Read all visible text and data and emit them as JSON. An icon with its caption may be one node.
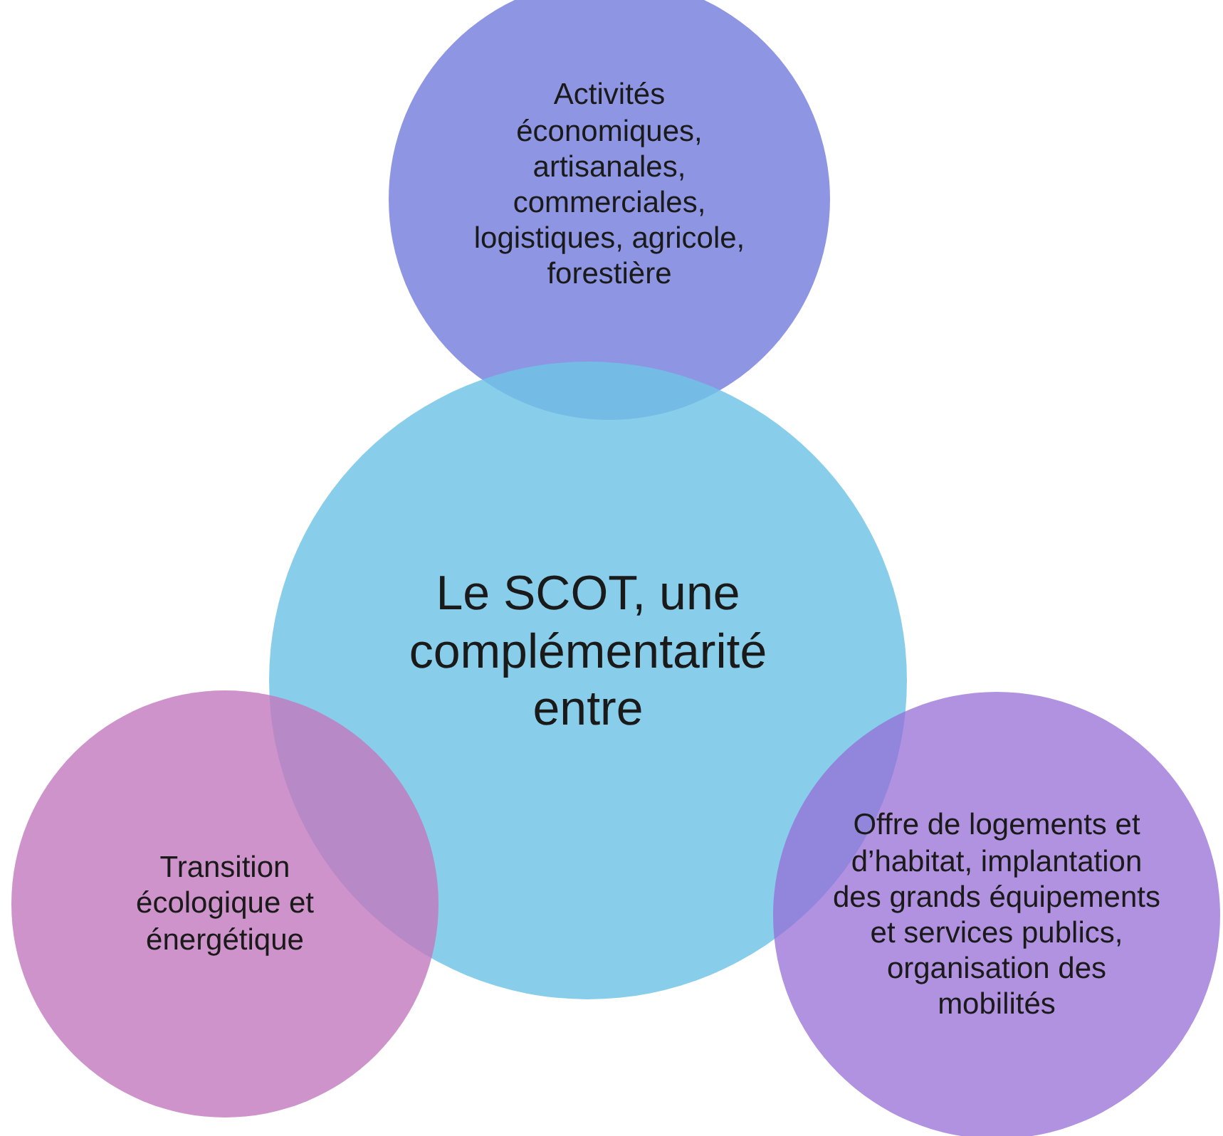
{
  "diagram": {
    "nodes": [
      {
        "text": [
          "Activités économiques, artisanales, commerciales, logistiques, agricole, forestière"
        ]
      },
      {
        "text": [
          "Le SCOT, une complémentarité entre"
        ]
      },
      {
        "text": [
          "Transition écologique et énergétique"
        ]
      },
      {
        "text": [
          "Offre de logements et d’habitat, implantation des grands équipements et services publics, organisation des mobilités"
        ]
      }
    ],
    "edges": []
  }
}
